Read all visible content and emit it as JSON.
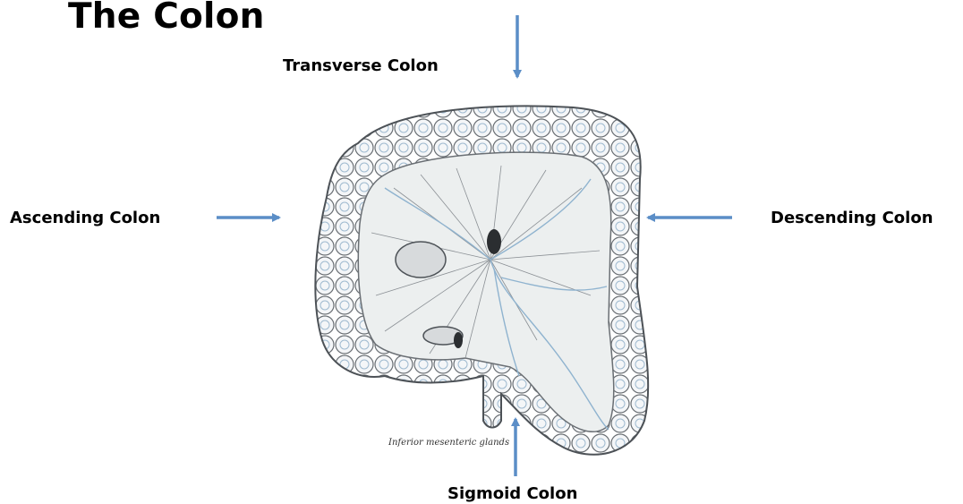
{
  "title": "The Colon",
  "labels": {
    "transverse": "Transverse Colon",
    "ascending": "Ascending Colon",
    "descending": "Descending Colon",
    "sigmoid": "Sigmoid Colon"
  },
  "illustration": {
    "caption": "Inferior mesenteric glands"
  },
  "colors": {
    "arrow": "#5b8ec7",
    "line_art": "#555555",
    "vessel": "#8fb3cf"
  }
}
